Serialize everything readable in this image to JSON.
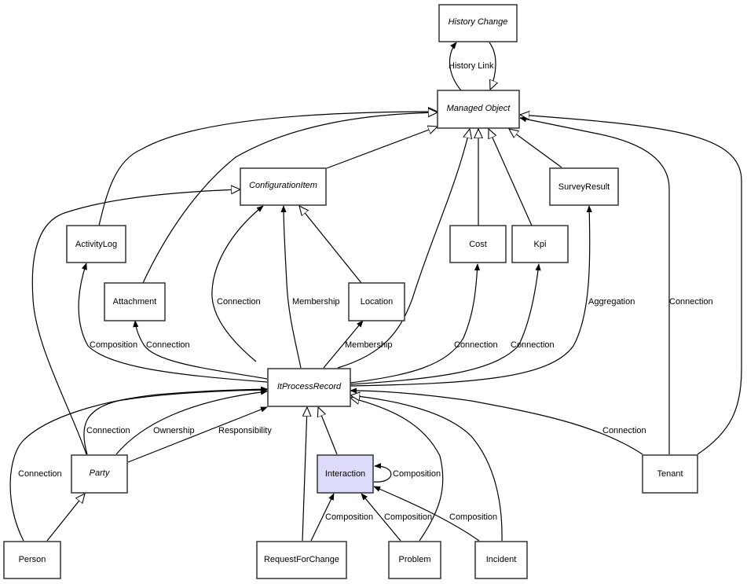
{
  "diagram": {
    "title": "ItProcessRecord class diagram",
    "highlight_color": "#dcdcfa",
    "nodes": [
      {
        "id": "history_change",
        "label": "History Change",
        "abstract": true
      },
      {
        "id": "managed_object",
        "label": "Managed Object",
        "abstract": true
      },
      {
        "id": "configuration_item",
        "label": "ConfigurationItem",
        "abstract": true
      },
      {
        "id": "survey_result",
        "label": "SurveyResult",
        "abstract": false
      },
      {
        "id": "activity_log",
        "label": "ActivityLog",
        "abstract": false
      },
      {
        "id": "cost",
        "label": "Cost",
        "abstract": false
      },
      {
        "id": "kpi",
        "label": "Kpi",
        "abstract": false
      },
      {
        "id": "attachment",
        "label": "Attachment",
        "abstract": false
      },
      {
        "id": "location",
        "label": "Location",
        "abstract": false
      },
      {
        "id": "it_process_record",
        "label": "ItProcessRecord",
        "abstract": true
      },
      {
        "id": "party",
        "label": "Party",
        "abstract": true
      },
      {
        "id": "interaction",
        "label": "Interaction",
        "abstract": false,
        "highlighted": true
      },
      {
        "id": "tenant",
        "label": "Tenant",
        "abstract": false
      },
      {
        "id": "person",
        "label": "Person",
        "abstract": false
      },
      {
        "id": "request_for_change",
        "label": "RequestForChange",
        "abstract": false
      },
      {
        "id": "problem",
        "label": "Problem",
        "abstract": false
      },
      {
        "id": "incident",
        "label": "Incident",
        "abstract": false
      }
    ],
    "edges": [
      {
        "from": "managed_object",
        "to": "history_change",
        "label": "History Link",
        "type": "association"
      },
      {
        "from": "history_change",
        "to": "managed_object",
        "label": "",
        "type": "inheritance"
      },
      {
        "from": "activity_log",
        "to": "managed_object",
        "label": "",
        "type": "inheritance"
      },
      {
        "from": "attachment",
        "to": "managed_object",
        "label": "",
        "type": "inheritance"
      },
      {
        "from": "configuration_item",
        "to": "managed_object",
        "label": "",
        "type": "inheritance"
      },
      {
        "from": "it_process_record",
        "to": "managed_object",
        "label": "",
        "type": "inheritance"
      },
      {
        "from": "cost",
        "to": "managed_object",
        "label": "",
        "type": "inheritance"
      },
      {
        "from": "kpi",
        "to": "managed_object",
        "label": "",
        "type": "inheritance"
      },
      {
        "from": "survey_result",
        "to": "managed_object",
        "label": "",
        "type": "inheritance"
      },
      {
        "from": "tenant",
        "to": "managed_object",
        "label": "Connection",
        "type": "association"
      },
      {
        "from": "tenant",
        "to": "managed_object",
        "label": "",
        "type": "inheritance"
      },
      {
        "from": "party",
        "to": "configuration_item",
        "label": "",
        "type": "inheritance"
      },
      {
        "from": "location",
        "to": "configuration_item",
        "label": "",
        "type": "inheritance"
      },
      {
        "from": "it_process_record",
        "to": "configuration_item",
        "label": "Connection",
        "type": "association"
      },
      {
        "from": "it_process_record",
        "to": "configuration_item",
        "label": "Membership",
        "type": "association"
      },
      {
        "from": "it_process_record",
        "to": "location",
        "label": "Membership",
        "type": "association"
      },
      {
        "from": "it_process_record",
        "to": "activity_log",
        "label": "Composition",
        "type": "association"
      },
      {
        "from": "it_process_record",
        "to": "attachment",
        "label": "Connection",
        "type": "association"
      },
      {
        "from": "it_process_record",
        "to": "cost",
        "label": "Connection",
        "type": "association"
      },
      {
        "from": "it_process_record",
        "to": "kpi",
        "label": "Connection",
        "type": "association"
      },
      {
        "from": "it_process_record",
        "to": "survey_result",
        "label": "Aggregation",
        "type": "association"
      },
      {
        "from": "party",
        "to": "it_process_record",
        "label": "Connection",
        "type": "association"
      },
      {
        "from": "party",
        "to": "it_process_record",
        "label": "Ownership",
        "type": "association"
      },
      {
        "from": "party",
        "to": "it_process_record",
        "label": "Responsibility",
        "type": "association"
      },
      {
        "from": "person",
        "to": "it_process_record",
        "label": "Connection",
        "type": "association"
      },
      {
        "from": "person",
        "to": "party",
        "label": "",
        "type": "inheritance"
      },
      {
        "from": "tenant",
        "to": "it_process_record",
        "label": "Connection",
        "type": "association"
      },
      {
        "from": "interaction",
        "to": "it_process_record",
        "label": "",
        "type": "inheritance"
      },
      {
        "from": "request_for_change",
        "to": "it_process_record",
        "label": "",
        "type": "inheritance"
      },
      {
        "from": "problem",
        "to": "it_process_record",
        "label": "",
        "type": "inheritance"
      },
      {
        "from": "incident",
        "to": "it_process_record",
        "label": "",
        "type": "inheritance"
      },
      {
        "from": "interaction",
        "to": "interaction",
        "label": "Composition",
        "type": "association"
      },
      {
        "from": "request_for_change",
        "to": "interaction",
        "label": "Composition",
        "type": "association"
      },
      {
        "from": "problem",
        "to": "interaction",
        "label": "Composition",
        "type": "association"
      },
      {
        "from": "incident",
        "to": "interaction",
        "label": "Composition",
        "type": "association"
      }
    ]
  }
}
